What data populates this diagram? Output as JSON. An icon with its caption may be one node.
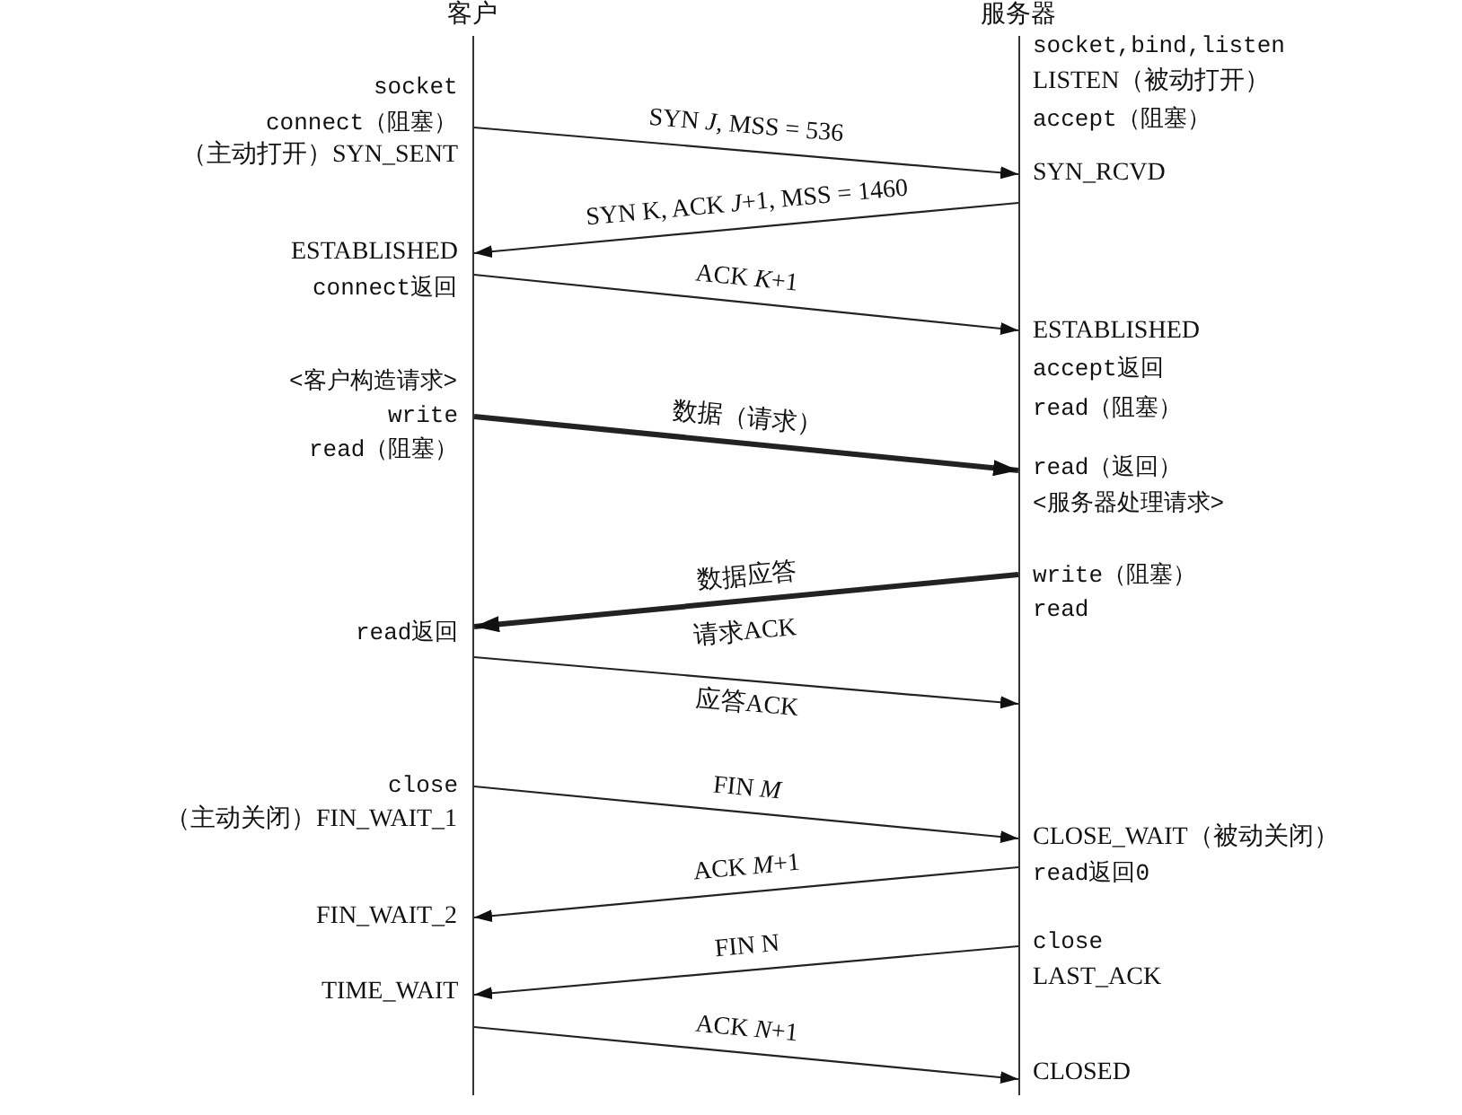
{
  "diagram": {
    "nodes": [
      {
        "text": [],
        "shape": "bar",
        "beside": [
          "客户"
        ]
      },
      {
        "text": [],
        "shape": "bar",
        "beside": [
          "服务器"
        ]
      }
    ],
    "edges": [
      {
        "from": 0,
        "to": 1,
        "arrow": "to",
        "label": "SYN *J*, MSS = 536"
      },
      {
        "from": 1,
        "to": 0,
        "arrow": "to",
        "label": "SYN K, ACK *J*+1, MSS = 1460"
      },
      {
        "from": 0,
        "to": 1,
        "arrow": "to",
        "label": "ACK *K*+1"
      },
      {
        "from": 0,
        "to": 1,
        "arrow": "to",
        "label": "数据（请求）",
        "style": "thick"
      },
      {
        "from": 1,
        "to": 0,
        "arrow": "to",
        "label": "数据应答",
        "style": "thick"
      },
      {
        "from": 0,
        "to": 1,
        "arrow": "to",
        "label": "应答ACK"
      },
      {
        "from": 0,
        "to": 1,
        "arrow": "to",
        "label": "FIN *M*"
      },
      {
        "from": 1,
        "to": 0,
        "arrow": "to",
        "label": "ACK *M*+1"
      },
      {
        "from": 1,
        "to": 0,
        "arrow": "to",
        "label": "FIN N"
      },
      {
        "from": 0,
        "to": 1,
        "arrow": "to",
        "label": "ACK *N*+1"
      }
    ],
    "labels": [
      "socket,bind,listen",
      "LISTEN（被动打开）",
      "socket",
      "accept（阻塞）",
      "connect（阻塞）",
      "（主动打开）SYN_SENT",
      "SYN_RCVD",
      "ESTABLISHED",
      "connect返回",
      "ESTABLISHED",
      "accept返回",
      "<客户构造请求>",
      "read（阻塞）",
      "write",
      "read（阻塞）",
      "read（返回）",
      "<服务器处理请求>",
      "write（阻塞）",
      "read",
      "请求ACK",
      "read返回",
      "close",
      "（主动关闭）FIN_WAIT_1",
      "CLOSE_WAIT（被动关闭）",
      "read返回0",
      "FIN_WAIT_2",
      "close",
      "LAST_ACK",
      "TIME_WAIT",
      "CLOSED"
    ]
  }
}
